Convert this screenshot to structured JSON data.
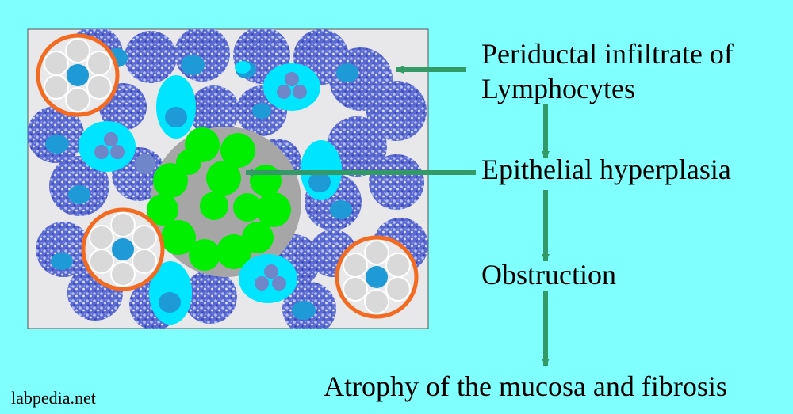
{
  "labels": {
    "step1_line1": "Periductal infiltrate of",
    "step1_line2": "Lymphocytes",
    "step2": "Epithelial hyperplasia",
    "step3": "Obstruction",
    "step4": "Atrophy of the mucosa and fibrosis"
  },
  "watermark": "labpedia.net",
  "colors": {
    "background": "#80ffff",
    "panel": "#e8e8ea",
    "arrow": "#339966",
    "lymphocyte": "#5b6ad0",
    "epithelium": "#00ee00",
    "duct_lumen": "#a6a6a6",
    "plasma_cell": "#00e5ff",
    "nucleus": "#1e9ad6",
    "acinus_ring": "#f26b21",
    "acinus_cell": "#d9d9d9",
    "neutrophil_nucleus": "#6f86c8"
  },
  "icons": [
    "lymphocyte-cell-icon",
    "plasma-cell-icon",
    "acinus-icon",
    "epithelial-cell-icon"
  ]
}
